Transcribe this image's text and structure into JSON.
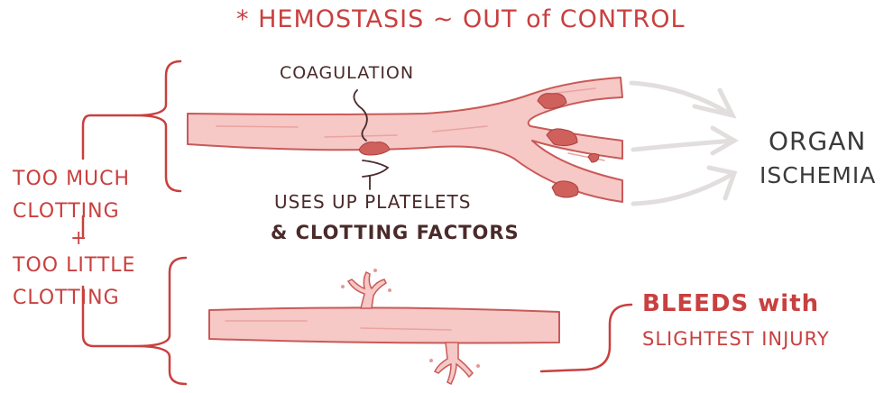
{
  "title": {
    "star": "*",
    "text": "HEMOSTASIS ~ OUT of CONTROL"
  },
  "left_labels": {
    "line1": "TOO MUCH",
    "line2": "CLOTTING",
    "plus": "+",
    "line3": "TOO LITTLE",
    "line4": "CLOTTING"
  },
  "top_vessel": {
    "coagulation": "COAGULATION",
    "uses_up_line1": "USES UP PLATELETS",
    "uses_up_line2": "& CLOTTING FACTORS"
  },
  "outcome_top": {
    "line1": "ORGAN",
    "line2": "ISCHEMIA"
  },
  "outcome_bottom": {
    "line1": "BLEEDS with",
    "line2": "SLIGHTEST INJURY"
  },
  "colors": {
    "ink_red": "#c8403f",
    "vessel_fill": "#f6c8c6",
    "vessel_stroke": "#c85a58",
    "clot": "#d0605c",
    "dark_text": "#3a3a3a",
    "arrow_gray": "#e2dede"
  }
}
